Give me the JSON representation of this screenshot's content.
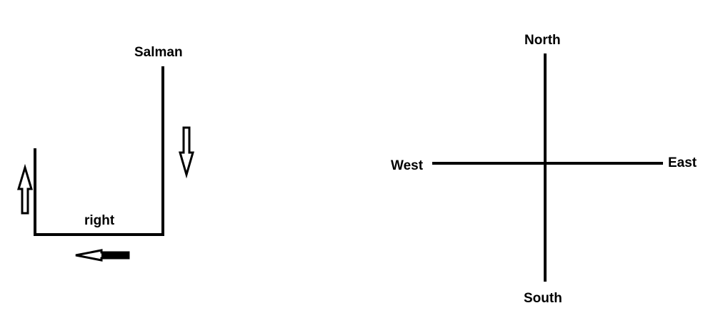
{
  "path_diagram": {
    "start_label": "Salman",
    "segment_label": "right"
  },
  "compass": {
    "north": "North",
    "south": "South",
    "east": "East",
    "west": "West"
  },
  "colors": {
    "ink": "#000000",
    "background": "#ffffff"
  }
}
